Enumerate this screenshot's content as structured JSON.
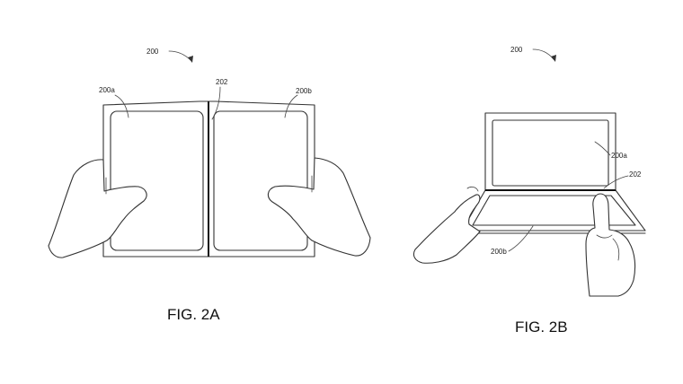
{
  "fig2a": {
    "ref_device": "200",
    "ref_left": "200a",
    "ref_hinge": "202",
    "ref_right": "200b",
    "caption": "FIG. 2A"
  },
  "fig2b": {
    "ref_device": "200",
    "ref_top": "200a",
    "ref_hinge": "202",
    "ref_bottom": "200b",
    "caption": "FIG. 2B"
  }
}
